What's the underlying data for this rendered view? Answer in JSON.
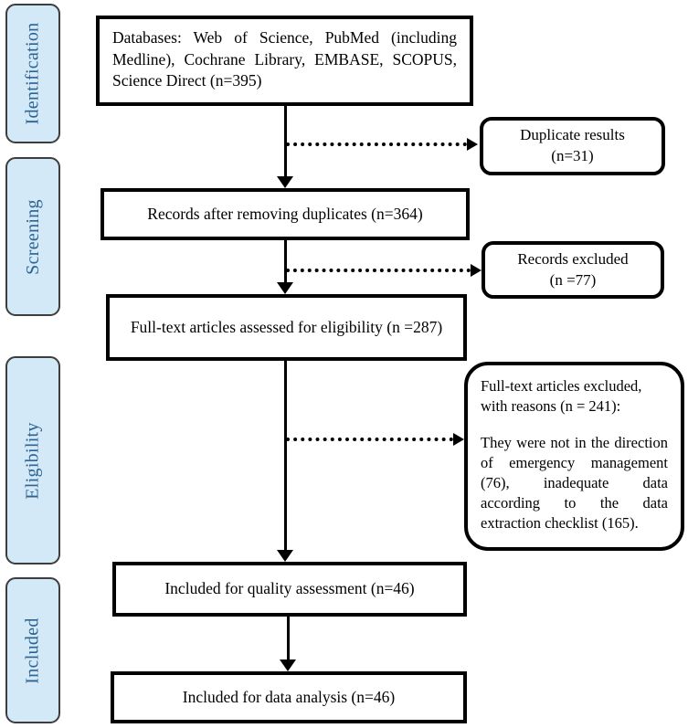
{
  "colors": {
    "stage_fill": "#d3e9f7",
    "stage_text": "#2d6392",
    "stage_border": "#3d3d3d",
    "line_color": "#000000"
  },
  "stages": {
    "identification": "Identification",
    "screening": "Screening",
    "eligibility": "Eligibility",
    "included": "Included"
  },
  "boxes": {
    "databases": "Databases: Web of Science, PubMed (including Medline), Cochrane Library, EMBASE, SCOPUS, Science Direct (n=395)",
    "duplicate_results": {
      "line1": "Duplicate results",
      "line2": "(n=31)"
    },
    "records_after_duplicates": "Records after removing duplicates (n=364)",
    "records_excluded": {
      "line1": "Records excluded",
      "line2": "(n =77)"
    },
    "fulltext_assessed": "Full-text articles assessed for eligibility (n =287)",
    "fulltext_excluded": {
      "heading": "Full-text articles excluded, with reasons (n = 241):",
      "body": "They were not in the direction of emergency management (76), inadequate data according to the data extraction checklist (165)."
    },
    "quality_assessment": "Included for quality assessment (n=46)",
    "data_analysis": "Included for data analysis (n=46)"
  }
}
